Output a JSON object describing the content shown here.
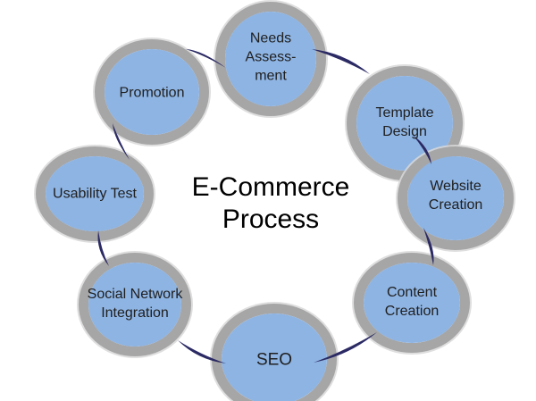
{
  "diagram": {
    "title": "E-Commerce\nProcess",
    "nodes": [
      {
        "id": "needs-assessment",
        "label": "Needs\nAssess-\nment"
      },
      {
        "id": "template-design",
        "label": "Template\nDesign"
      },
      {
        "id": "website-creation",
        "label": "Website\nCreation"
      },
      {
        "id": "content-creation",
        "label": "Content\nCreation"
      },
      {
        "id": "seo",
        "label": "SEO"
      },
      {
        "id": "social-network-integration",
        "label": "Social Network\nIntegration"
      },
      {
        "id": "usability-test",
        "label": "Usability Test"
      },
      {
        "id": "promotion",
        "label": "Promotion"
      }
    ],
    "colors": {
      "node_fill": "#8eb4e3",
      "node_ring": "#a6a6a6",
      "connector": "#2b2a64",
      "title_bg": "#ffffff",
      "text": "#202020"
    }
  }
}
